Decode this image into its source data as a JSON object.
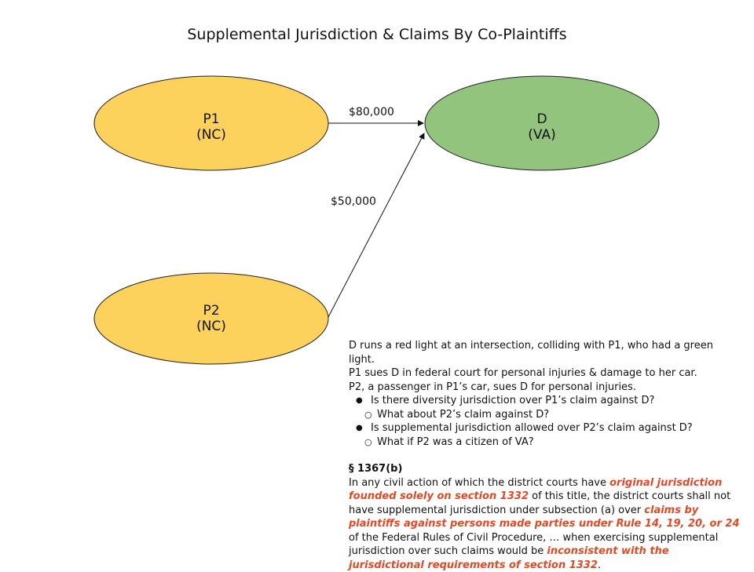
{
  "title": "Supplemental Jurisdiction & Claims By Co-Plaintiffs",
  "colors": {
    "plaintiff": "#fcd25c",
    "defendant": "#93c47d",
    "highlight": "#e04a2a"
  },
  "nodes": {
    "p1": {
      "name": "P1",
      "citizenship": "(NC)"
    },
    "p2": {
      "name": "P2",
      "citizenship": "(NC)"
    },
    "d": {
      "name": "D",
      "citizenship": "(VA)"
    }
  },
  "edges": {
    "p1_to_d": "$80,000",
    "p2_to_d": "$50,000"
  },
  "facts": [
    "D runs a red light at an intersection, colliding with P1, who had a green light.",
    "P1 sues D in federal court for personal injuries & damage to her car.",
    "P2, a passenger in P1’s car, sues D for personal injuries."
  ],
  "questions": {
    "q1": "Is there diversity jurisdiction over P1’s claim against D?",
    "q1a": "What about P2’s claim against D?",
    "q2": "Is supplemental jurisdiction allowed over P2’s claim against D?",
    "q2a": "What if P2 was a citizen of VA?"
  },
  "statute": {
    "heading": "§ 1367(b)",
    "t1": "In any civil action of which the district courts have ",
    "h1": "original jurisdiction founded solely on section 1332",
    "t2": " of this title, the district courts shall not have supplemental jurisdiction under subsection (a) over ",
    "h2": "claims by plaintiffs against persons made parties under Rule 14, 19, 20, or 24",
    "t3": " of the Federal Rules of Civil Procedure, … when exercising supplemental jurisdiction over such claims would be ",
    "h3": "inconsistent with the jurisdictional requirements of section 1332",
    "t4": "."
  }
}
